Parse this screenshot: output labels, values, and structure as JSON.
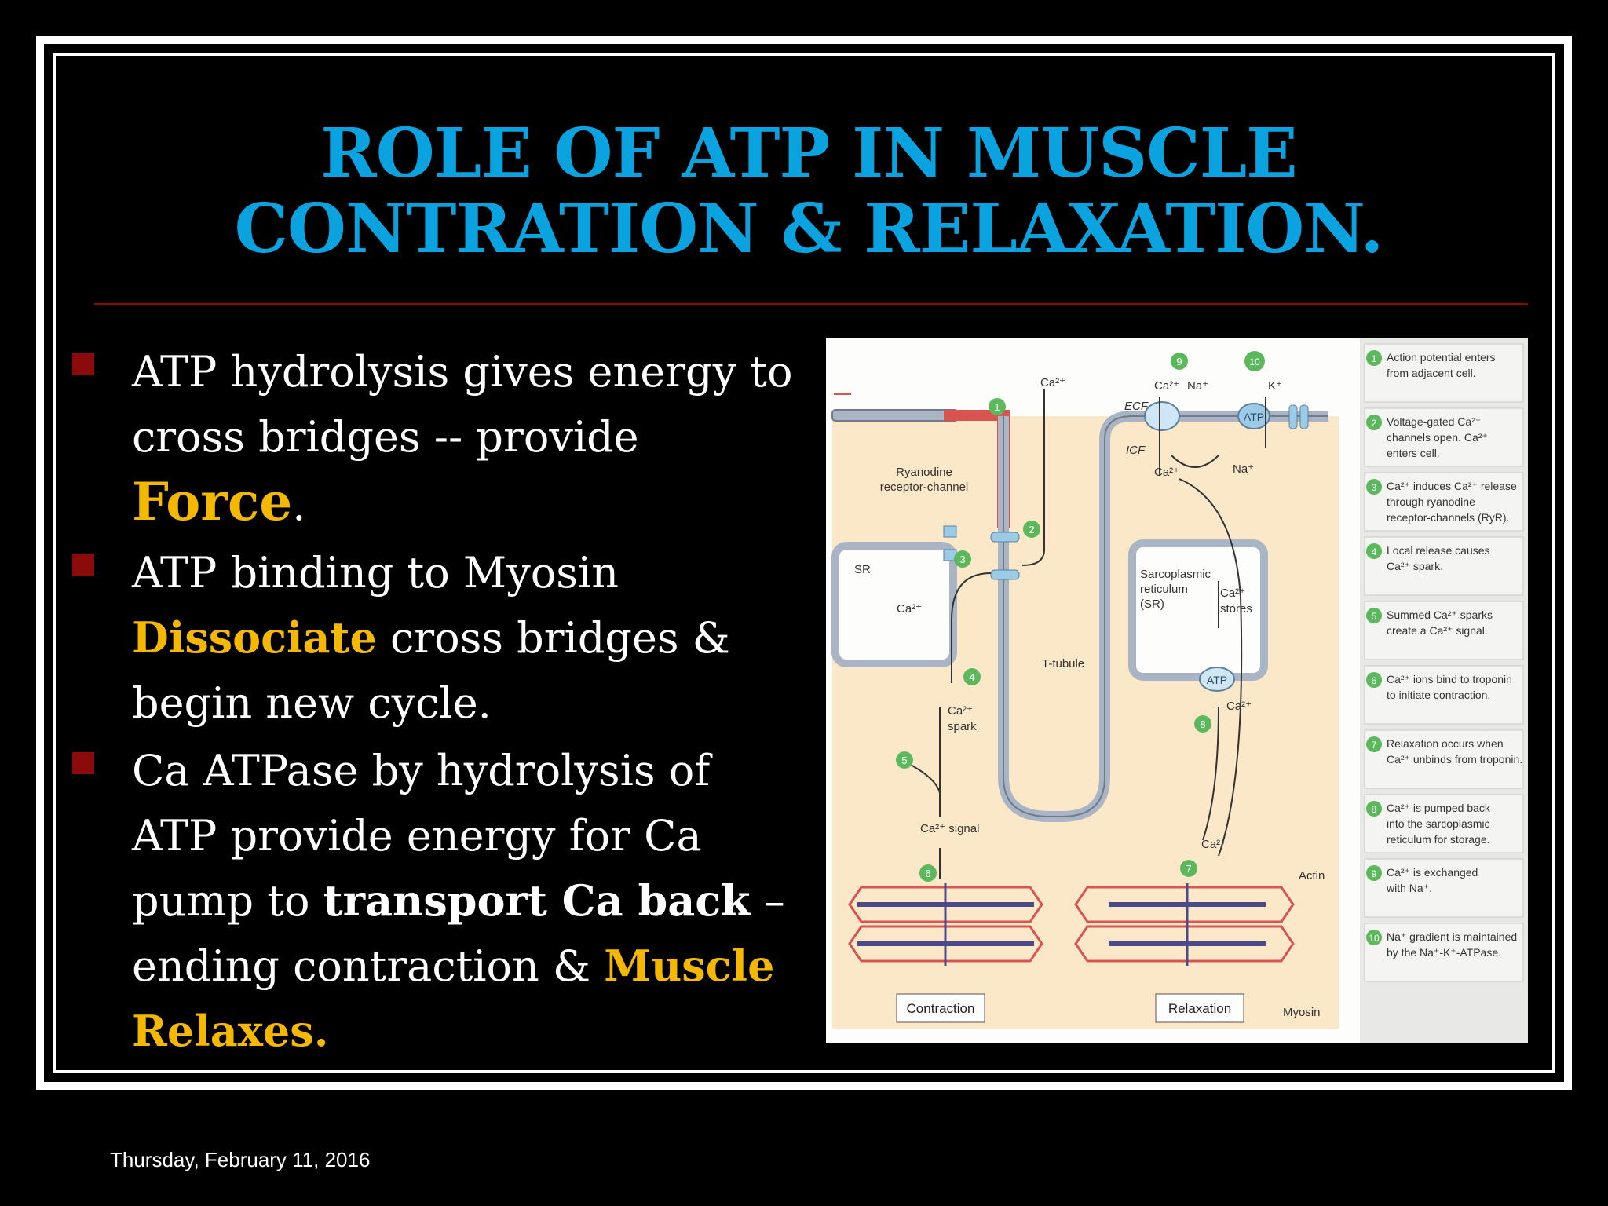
{
  "title": {
    "line1": "ROLE OF ATP IN MUSCLE",
    "line2": "CONTRATION & RELAXATION."
  },
  "bullets": [
    {
      "part1": "ATP hydrolysis gives energy to cross bridges -- provide ",
      "highlight": "Force",
      "part2": "."
    },
    {
      "part1": "ATP binding to Myosin ",
      "highlight": "Dissociate",
      "part2": " cross bridges & begin new cycle."
    },
    {
      "part1": "Ca ATPase by hydrolysis of ATP provide energy for Ca pump to ",
      "strong": "transport Ca back",
      "part2": " – ending contraction & ",
      "highlight": "Muscle Relaxes",
      "part3": "."
    }
  ],
  "figure": {
    "labels": {
      "ecf": "ECF",
      "icf": "ICF",
      "ca": "Ca²⁺",
      "na": "Na⁺",
      "k": "K⁺",
      "atp": "ATP",
      "ryanodine": "Ryanodine",
      "receptor_channel": "receptor-channel",
      "sr": "SR",
      "sarcoplasmic": "Sarcoplasmic",
      "reticulum": "reticulum",
      "sr_paren": "(SR)",
      "ca_stores_1": "Ca²⁺",
      "ca_stores_2": "stores",
      "t_tubule": "T-tubule",
      "ca_spark_1": "Ca²⁺",
      "ca_spark_2": "spark",
      "ca_signal": "Ca²⁺ signal",
      "actin": "Actin",
      "myosin": "Myosin",
      "contraction": "Contraction",
      "relaxation": "Relaxation"
    },
    "step_numbers": [
      "1",
      "2",
      "3",
      "4",
      "5",
      "6",
      "7",
      "8",
      "9",
      "10"
    ],
    "legend": [
      [
        "Action potential enters",
        "from adjacent cell."
      ],
      [
        "Voltage-gated Ca²⁺",
        "channels open. Ca²⁺",
        "enters cell."
      ],
      [
        "Ca²⁺ induces Ca²⁺ release",
        "through ryanodine",
        "receptor-channels (RyR)."
      ],
      [
        "Local release causes",
        "Ca²⁺ spark."
      ],
      [
        "Summed Ca²⁺ sparks",
        "create a Ca²⁺ signal."
      ],
      [
        "Ca²⁺ ions bind to troponin",
        "to initiate contraction."
      ],
      [
        "Relaxation occurs when",
        "Ca²⁺ unbinds from troponin."
      ],
      [
        "Ca²⁺ is pumped back",
        "into the sarcoplasmic",
        "reticulum for storage."
      ],
      [
        "Ca²⁺ is exchanged",
        "with Na⁺."
      ],
      [
        "Na⁺ gradient is maintained",
        "by the Na⁺-K⁺-ATPase."
      ]
    ]
  },
  "footer": {
    "date": "Thursday, February 11, 2016"
  },
  "colors": {
    "background": "#000000",
    "title": "#0aa3e0",
    "highlight": "#f5b800",
    "bullet_mark": "#8b0b0b",
    "figure_cell": "#fbe8c8",
    "membrane": "#a9b5c4",
    "action_potential": "#d9534f",
    "step_badge": "#5cb85c"
  }
}
